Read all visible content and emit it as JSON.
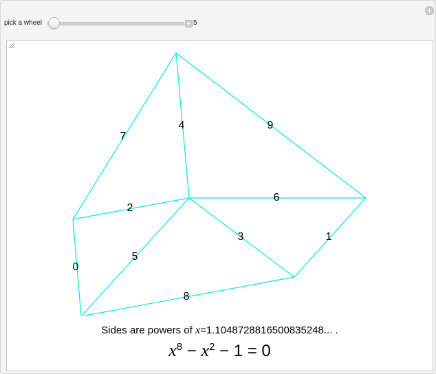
{
  "control": {
    "label": "pick a wheel",
    "value": "5",
    "slider_fraction": 0.0
  },
  "caption": {
    "prefix": "Sides are powers of ",
    "variable": "x",
    "value_text": "=1.1048728816500835248... ."
  },
  "equation": {
    "x1": "x",
    "exp1": "8",
    "op1": " − ",
    "x2": "x",
    "exp2": "2",
    "rest": " − 1 = 0"
  },
  "graph": {
    "edge_color": "#00e5e5",
    "edge_labels": [
      "0",
      "1",
      "2",
      "3",
      "4",
      "5",
      "6",
      "7",
      "8",
      "9"
    ]
  }
}
